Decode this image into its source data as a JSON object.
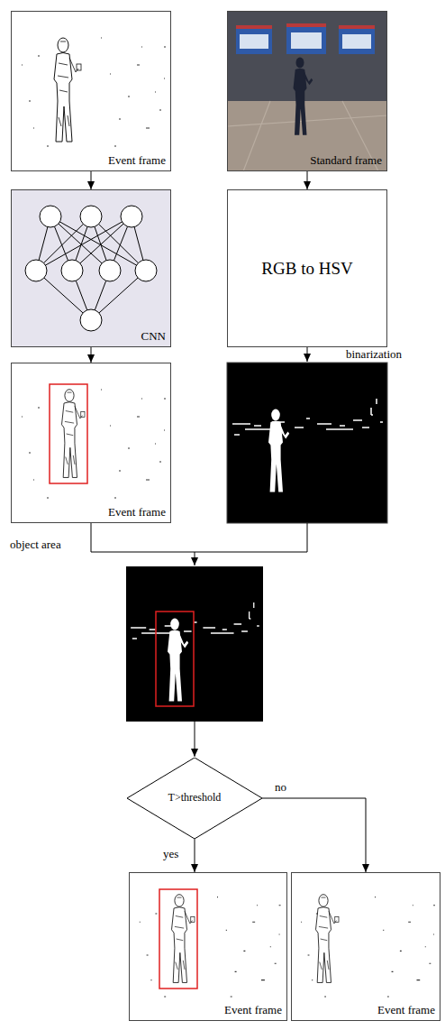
{
  "diagram": {
    "nodes": [
      {
        "text": [
          "Event frame"
        ]
      },
      {
        "text": [
          "Standard frame"
        ]
      },
      {
        "text": [
          "CNN"
        ]
      },
      {
        "text": [
          "RGB to HSV"
        ]
      },
      {
        "text": [
          "Event frame"
        ]
      },
      {
        "text": [
          "T>threshold"
        ]
      },
      {
        "text": [
          "Event frame"
        ]
      },
      {
        "text": [
          "Event frame"
        ]
      }
    ],
    "edges": [
      {
        "from": 0,
        "to": 2,
        "arrow": "to"
      },
      {
        "from": 1,
        "to": 3,
        "arrow": "to"
      },
      {
        "from": 2,
        "to": 4,
        "arrow": "to"
      },
      {
        "from": 5,
        "to": 6,
        "arrow": "to",
        "label": "yes"
      },
      {
        "from": 5,
        "to": 7,
        "arrow": "to",
        "label": "no"
      }
    ],
    "labels": [
      "binarization",
      "object area"
    ]
  }
}
